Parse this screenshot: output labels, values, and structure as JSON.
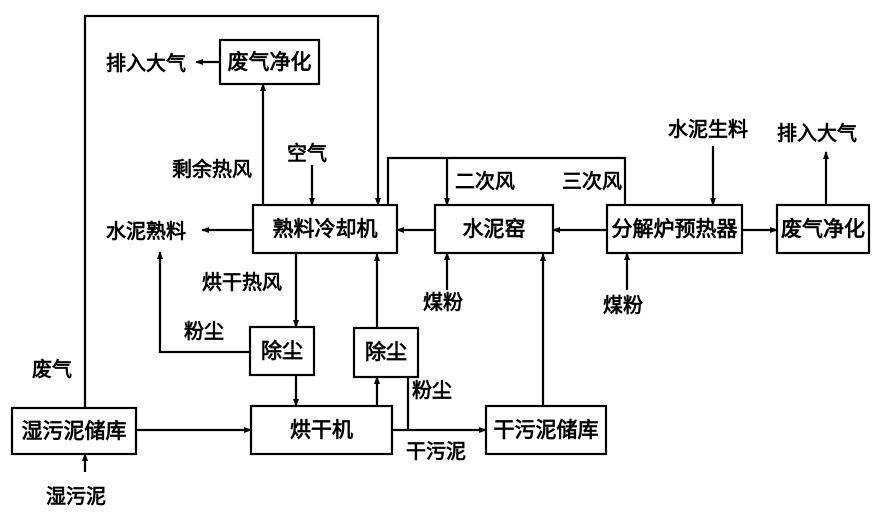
{
  "boxes": {
    "exhaust_purify_left": "废气净化",
    "clinker_cooler": "熟料冷却机",
    "cement_kiln": "水泥窑",
    "precalciner": "分解炉预热器",
    "exhaust_purify_right": "废气净化",
    "dust_removal_left": "除尘",
    "dust_removal_right": "除尘",
    "wet_sludge_storage": "湿污泥储库",
    "dryer": "烘干机",
    "dry_sludge_storage": "干污泥储库"
  },
  "labels": {
    "discharge_left": "排入大气",
    "discharge_right": "排入大气",
    "residual_hot_air": "剩余热风",
    "air": "空气",
    "secondary_air": "二次风",
    "tertiary_air": "三次风",
    "raw_meal": "水泥生料",
    "cement_clinker": "水泥熟料",
    "drying_hot_air": "烘干热风",
    "dust_left": "粉尘",
    "dust_right": "粉尘",
    "coal_kiln": "煤粉",
    "coal_precalciner": "煤粉",
    "waste_gas": "废气",
    "dry_sludge": "干污泥",
    "wet_sludge": "湿污泥"
  }
}
